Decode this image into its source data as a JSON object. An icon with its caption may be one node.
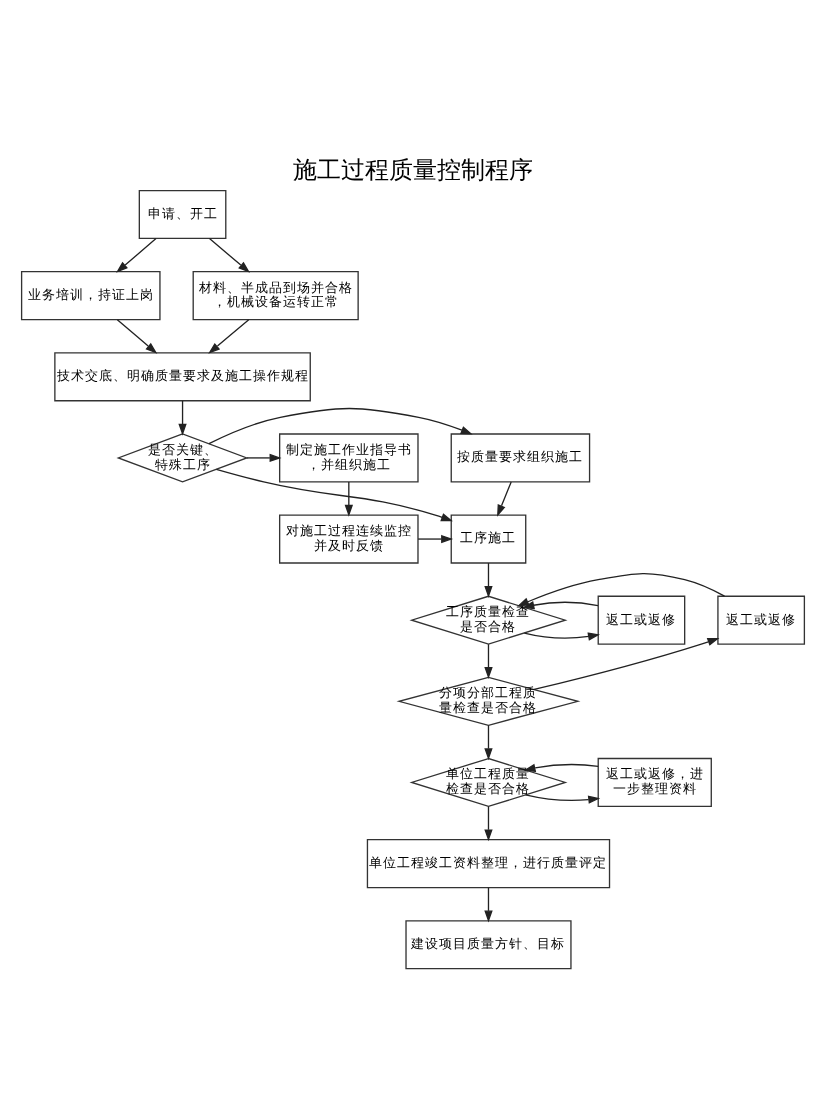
{
  "diagram": {
    "title": "施工过程质量控制程序",
    "nodes": [
      {
        "text": [
          "申请、开工"
        ]
      },
      {
        "text": [
          "业务培训，持证上岗"
        ]
      },
      {
        "text": [
          "材料、半成品到场并合格，机械设备运转正常"
        ]
      },
      {
        "text": [
          "技术交底、明确质量要求及施工操作规程"
        ]
      },
      {
        "text": [
          "是否关键、特殊工序"
        ]
      },
      {
        "text": [
          "按质量要求组织施工"
        ]
      },
      {
        "text": [
          "制定施工作业指导书，并组织施工"
        ]
      },
      {
        "text": [
          "对施工过程连续监控并及时反馈"
        ]
      },
      {
        "text": [
          "工序施工"
        ]
      },
      {
        "text": [
          "工序质量检查是否合格"
        ]
      },
      {
        "text": [
          "返工或返修"
        ]
      },
      {
        "text": [
          "返工或返修"
        ]
      },
      {
        "text": [
          "分项分部工程质量检查是否合格"
        ]
      },
      {
        "text": [
          "单位工程质量检查是否合格"
        ]
      },
      {
        "text": [
          "返工或返修，进一步整理资料"
        ]
      },
      {
        "text": [
          "单位工程竣工资料整理，进行质量评定"
        ]
      },
      {
        "text": [
          "建设项目质量方针、目标"
        ]
      }
    ],
    "edges": [
      {
        "from": 0,
        "to": 1,
        "arrow": "to"
      },
      {
        "from": 0,
        "to": 2,
        "arrow": "to"
      },
      {
        "from": 1,
        "to": 3,
        "arrow": "to"
      },
      {
        "from": 2,
        "to": 3,
        "arrow": "to"
      },
      {
        "from": 3,
        "to": 4,
        "arrow": "to"
      },
      {
        "from": 4,
        "to": 5,
        "arrow": "to"
      },
      {
        "from": 4,
        "to": 6,
        "arrow": "to"
      },
      {
        "from": 4,
        "to": 8,
        "arrow": "to"
      },
      {
        "from": 6,
        "to": 7,
        "arrow": "to"
      },
      {
        "from": 5,
        "to": 8,
        "arrow": "to"
      },
      {
        "from": 7,
        "to": 8,
        "arrow": "to"
      },
      {
        "from": 8,
        "to": 9,
        "arrow": "to"
      },
      {
        "from": 9,
        "to": 10,
        "arrow": "to"
      },
      {
        "from": 10,
        "to": 9,
        "arrow": "to"
      },
      {
        "from": 9,
        "to": 12,
        "arrow": "to"
      },
      {
        "from": 12,
        "to": 11,
        "arrow": "to"
      },
      {
        "from": 11,
        "to": 9,
        "arrow": "to"
      },
      {
        "from": 12,
        "to": 13,
        "arrow": "to"
      },
      {
        "from": 13,
        "to": 14,
        "arrow": "to"
      },
      {
        "from": 14,
        "to": 13,
        "arrow": "to"
      },
      {
        "from": 13,
        "to": 15,
        "arrow": "to"
      },
      {
        "from": 15,
        "to": 16,
        "arrow": "to"
      }
    ]
  }
}
